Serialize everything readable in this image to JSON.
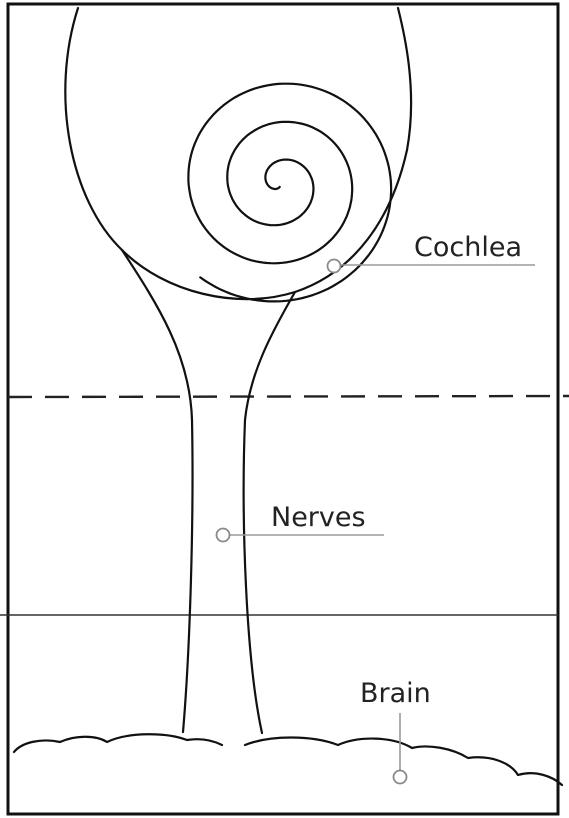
{
  "labels": {
    "cochlea": "Cochlea",
    "nerves": "Nerves",
    "brain": "Brain"
  },
  "colors": {
    "outline": "#111111",
    "leader": "#9a9a9a",
    "background": "#ffffff"
  }
}
